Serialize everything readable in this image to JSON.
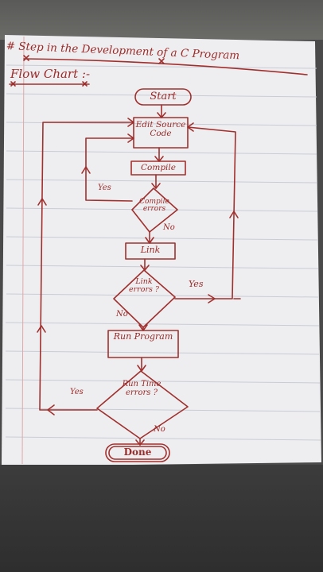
{
  "heading": "# Step in the Development of a C Program",
  "subheading": "Flow Chart :-",
  "ink_color": "#a0302e",
  "nodes": {
    "start": "Start",
    "edit": "Edit Source Code",
    "compile": "Compile",
    "compile_errors": "Compile errors",
    "link": "Link",
    "link_errors": "Link errors ?",
    "run": "Run Program",
    "runtime_errors": "Run Time errors ?",
    "done": "Done"
  },
  "edges": {
    "compile_yes": "Yes",
    "compile_no": "No",
    "link_yes": "Yes",
    "link_no": "No",
    "runtime_yes": "Yes",
    "runtime_no": "No"
  }
}
